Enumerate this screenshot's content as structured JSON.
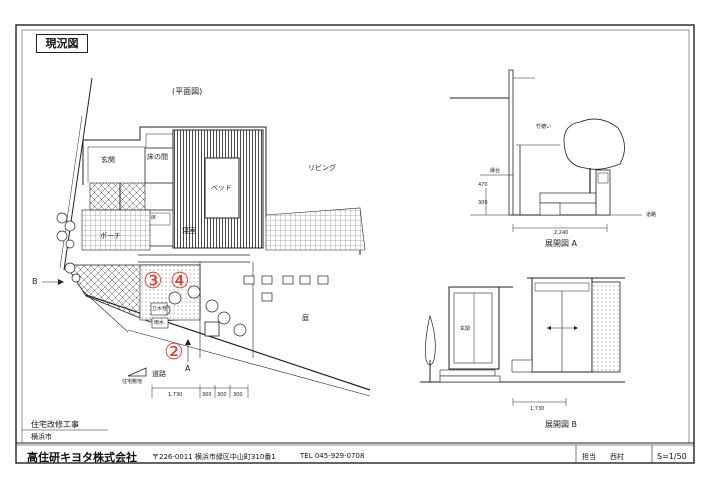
{
  "sheet_title": "現況図",
  "plan": {
    "title": "(平面図)",
    "rooms": {
      "entrance": "玄関",
      "toko": "床の間",
      "bed": "ベッド",
      "living": "リビング",
      "porch": "ポーチ",
      "shinshitsu": "寝室",
      "tokonoma_mark": "床"
    },
    "labels": {
      "yard": "庭",
      "road": "道路",
      "marker_b": "B",
      "marker_a": "A",
      "dim_main": "1,730",
      "dim_a": "300",
      "dim_b": "300",
      "dim_c": "300",
      "circled_2": "②",
      "circled_3": "③",
      "circled_4": "④",
      "waterkind": "立水栓",
      "ensui": "雨水",
      "mark_note": "住宅敷地"
    }
  },
  "elev_a": {
    "title": "展開図 A",
    "labels": {
      "fence": "竹穂い",
      "bench": "縁台",
      "road": "道路",
      "dim_w": "2,240",
      "dim_h1": "470",
      "dim_h2": "300"
    }
  },
  "elev_b": {
    "title": "展開図 B",
    "labels": {
      "entrance": "玄関",
      "dim_w": "1,730"
    }
  },
  "footer": {
    "project": "住宅改修工事",
    "city": "横浜市",
    "company": "高住研キヨタ株式会社",
    "address": "〒226-0011  横浜市緑区中山町310番1",
    "tel": "TEL  045-929-0708",
    "charge_label": "担当",
    "person": "西村",
    "scale": "S=1/50"
  }
}
